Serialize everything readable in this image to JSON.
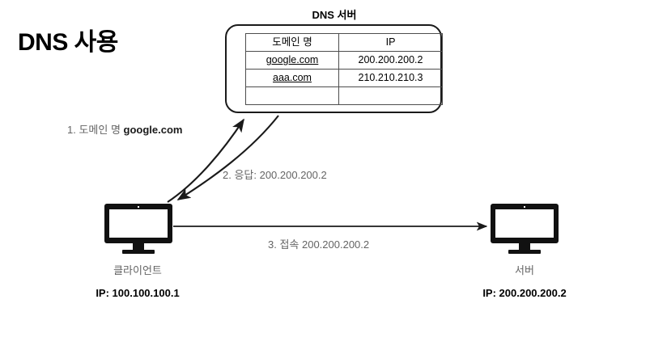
{
  "page": {
    "title": "DNS 사용",
    "background": "#ffffff",
    "ink": "#000000",
    "muted_text": "#646464"
  },
  "dns_server": {
    "title": "DNS 서버",
    "table": {
      "headers": [
        "도메인 명",
        "IP"
      ],
      "rows": [
        {
          "domain": "google.com",
          "ip": "200.200.200.2",
          "bold": true,
          "underline": true
        },
        {
          "domain": "aaa.com",
          "ip": "210.210.210.3",
          "bold": false,
          "underline": true
        },
        {
          "domain": "",
          "ip": "",
          "bold": false,
          "underline": false
        }
      ]
    }
  },
  "nodes": {
    "client": {
      "icon": "desktop-monitor-icon",
      "label": "클라이언트",
      "ip": "IP: 100.100.100.1"
    },
    "server": {
      "icon": "desktop-monitor-icon",
      "label": "서버",
      "ip": "IP: 200.200.200.2"
    }
  },
  "steps": [
    {
      "id": "step1",
      "prefix": "1. 도메인 명 ",
      "emphasis": "google.com",
      "suffix": ""
    },
    {
      "id": "step2",
      "prefix": "2. 응답: 200.200.200.2",
      "emphasis": "",
      "suffix": ""
    },
    {
      "id": "step3",
      "prefix": "3. 접속 200.200.200.2",
      "emphasis": "",
      "suffix": ""
    }
  ]
}
